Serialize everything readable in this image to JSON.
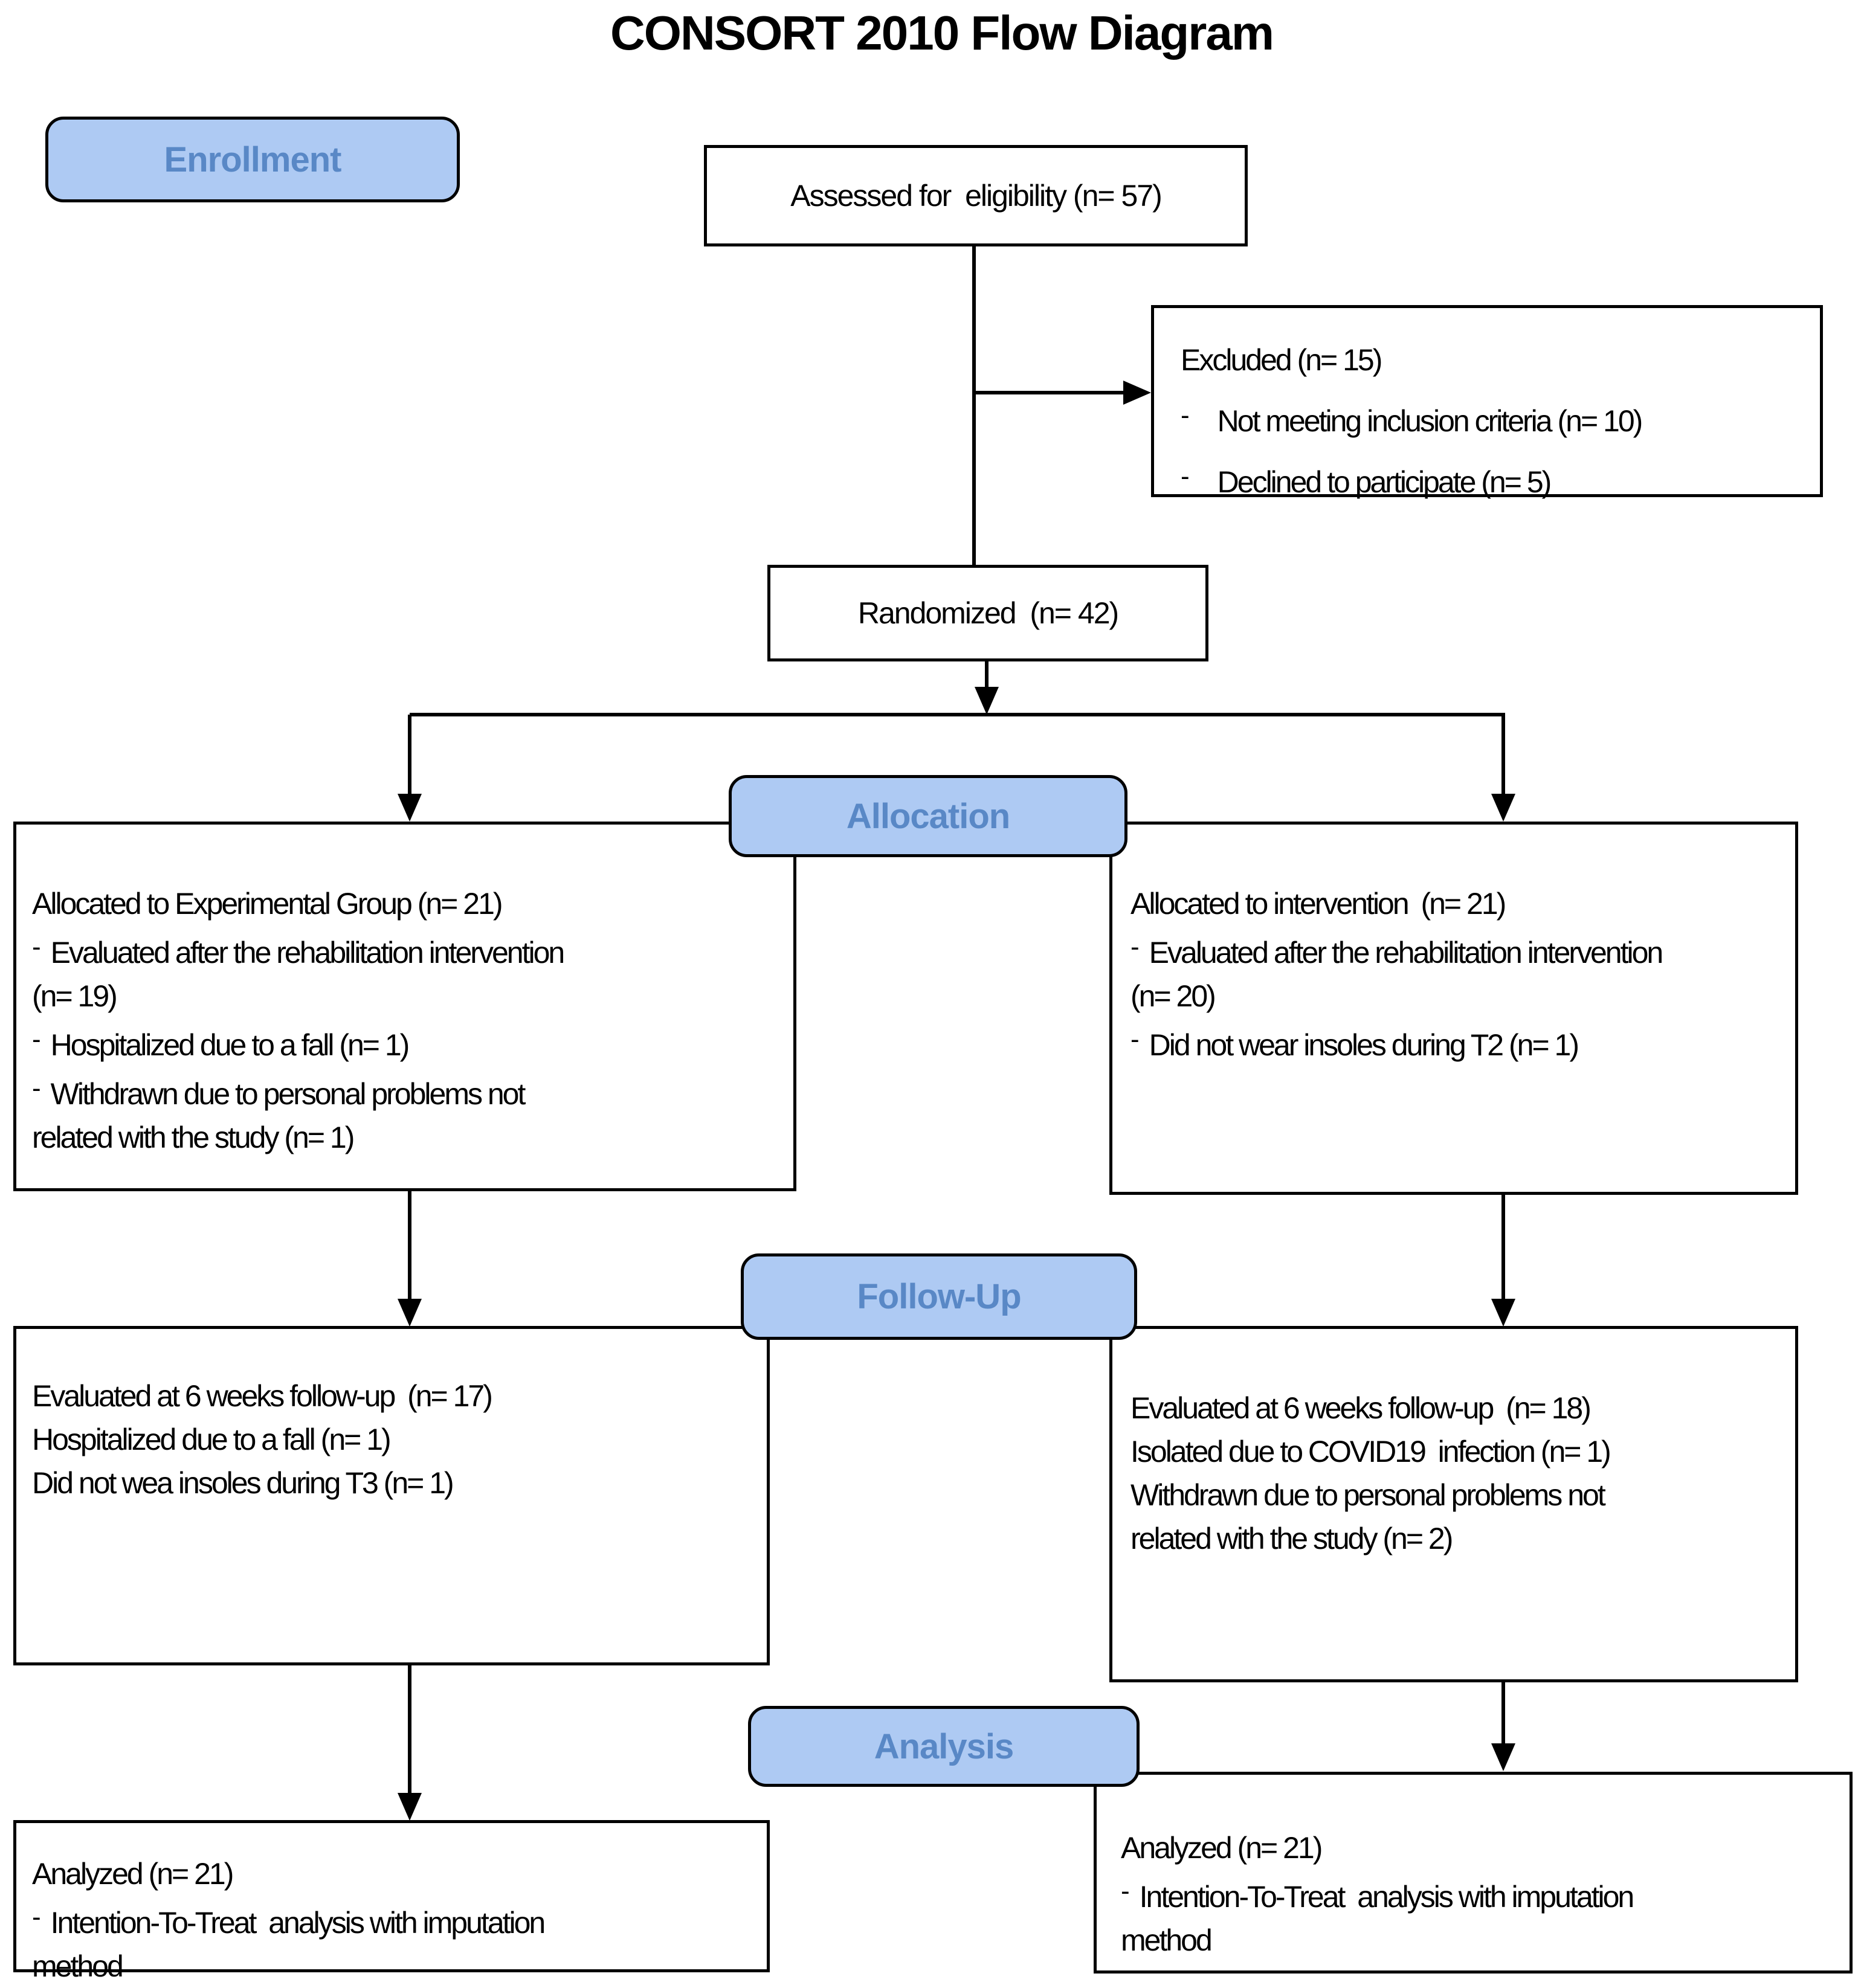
{
  "title": "CONSORT 2010 Flow Diagram",
  "colors": {
    "badge_fill": "#AECAF3",
    "badge_text": "#5988C6",
    "box_border": "#000000",
    "background": "#FFFFFF"
  },
  "stages": {
    "enrollment": "Enrollment",
    "allocation": "Allocation",
    "followup": "Follow-Up",
    "analysis": "Analysis"
  },
  "boxes": {
    "assessed": {
      "lines": [
        {
          "b": 0,
          "t": "Assessed for  eligibility (n= 57)"
        }
      ]
    },
    "excluded": {
      "lines": [
        {
          "b": 0,
          "t": "Excluded (n= 15)"
        },
        {
          "b": 1,
          "t": "Not meeting inclusion criteria (n= 10)"
        },
        {
          "b": 1,
          "t": "Declined to participate (n= 5)"
        }
      ]
    },
    "randomized": {
      "lines": [
        {
          "b": 0,
          "t": "Randomized  (n= 42)"
        }
      ]
    },
    "alloc_left": {
      "lines": [
        {
          "b": 0,
          "t": "Allocated to Experimental Group (n= 21)"
        },
        {
          "b": 1,
          "t": "Evaluated after the rehabilitation intervention"
        },
        {
          "b": 0,
          "t": "(n= 19)"
        },
        {
          "b": 1,
          "t": "Hospitalized due to a fall (n= 1)"
        },
        {
          "b": 1,
          "t": "Withdrawn due to personal problems not"
        },
        {
          "b": 0,
          "t": "related with the study (n= 1)"
        }
      ]
    },
    "alloc_right": {
      "lines": [
        {
          "b": 0,
          "t": "Allocated to intervention  (n= 21)"
        },
        {
          "b": 1,
          "t": "Evaluated after the rehabilitation intervention"
        },
        {
          "b": 0,
          "t": "(n= 20)"
        },
        {
          "b": 1,
          "t": "Did not wear insoles during T2 (n= 1)"
        }
      ]
    },
    "fu_left": {
      "lines": [
        {
          "b": 0,
          "t": "Evaluated at 6 weeks follow-up  (n= 17)"
        },
        {
          "b": 0,
          "t": "Hospitalized due to a fall (n= 1)"
        },
        {
          "b": 0,
          "t": "Did not wea insoles during T3 (n= 1)"
        }
      ]
    },
    "fu_right": {
      "lines": [
        {
          "b": 0,
          "t": "Evaluated at 6 weeks follow-up  (n= 18)"
        },
        {
          "b": 0,
          "t": "Isolated due to COVID19  infection (n= 1)"
        },
        {
          "b": 0,
          "t": "Withdrawn due to personal problems not"
        },
        {
          "b": 0,
          "t": "related with the study (n= 2)"
        }
      ]
    },
    "an_left": {
      "lines": [
        {
          "b": 0,
          "t": "Analyzed (n= 21)"
        },
        {
          "b": 1,
          "t": "Intention-To-Treat  analysis with imputation"
        },
        {
          "b": 0,
          "t": "method"
        }
      ]
    },
    "an_right": {
      "lines": [
        {
          "b": 0,
          "t": "Analyzed (n= 21)"
        },
        {
          "b": 1,
          "t": "Intention-To-Treat  analysis with imputation"
        },
        {
          "b": 0,
          "t": "method"
        }
      ]
    }
  }
}
